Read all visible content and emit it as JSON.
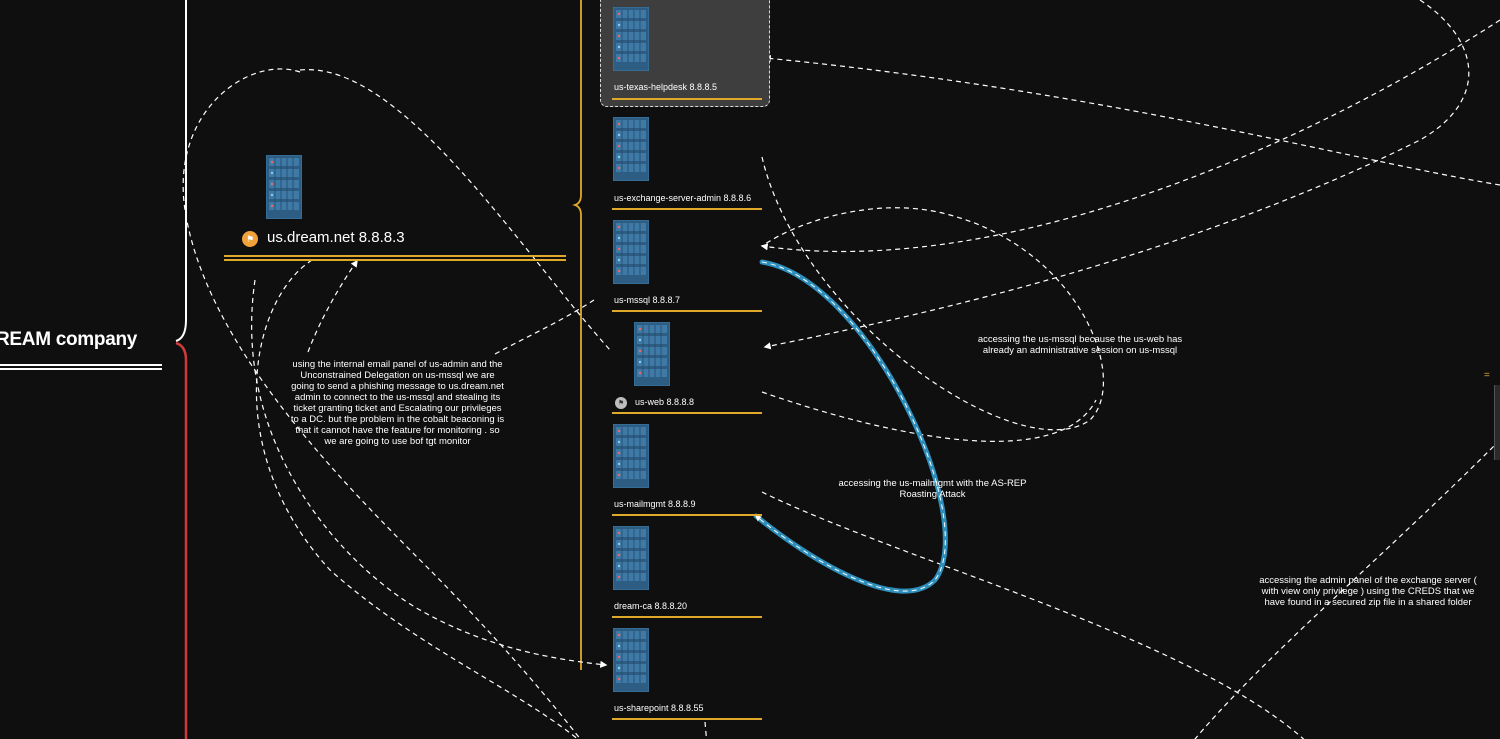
{
  "company": {
    "title": "REAM company"
  },
  "domain_controller": {
    "label": "us.dream.net 8.8.8.3",
    "icon": "server-icon",
    "badge_icon": "flag-icon"
  },
  "hosts": [
    {
      "id": "us-texas-helpdesk",
      "label": "us-texas-helpdesk 8.8.8.5",
      "selected": true
    },
    {
      "id": "us-exchange-server-admin",
      "label": "us-exchange-server-admin 8.8.8.6"
    },
    {
      "id": "us-mssql",
      "label": "us-mssql 8.8.8.7"
    },
    {
      "id": "us-web",
      "label": "us-web 8.8.8.8",
      "badge_icon": "flag-icon"
    },
    {
      "id": "us-mailmgmt",
      "label": "us-mailmgmt 8.8.8.9"
    },
    {
      "id": "dream-ca",
      "label": "dream-ca 8.8.8.20"
    },
    {
      "id": "us-sharepoint",
      "label": "us-sharepoint 8.8.8.55"
    }
  ],
  "notes": {
    "phishing": [
      "using the internal email panel of us-admin and the",
      "Unconstrained Delegation on us-mssql we are",
      "going to send a phishing message to us.dream.net",
      "admin to connect to the us-mssql and stealing its",
      "ticket granting ticket and Escalating our privileges",
      "to a DC. but the problem in the cobalt beaconing is",
      "that it cannot have the feature for monitoring . so",
      "we are going to use bof tgt monitor"
    ],
    "mssql": [
      "accessing the us-mssql because the us-web has",
      "already an administrative session on us-mssql"
    ],
    "asrep": [
      "accessing the us-mailmgmt with the AS-REP",
      "Roasting Attack"
    ],
    "exchange": [
      "accessing the admin panel of the exchange server (",
      "with view only privilege ) using the  CREDS that we",
      "have found in a secured zip file in a shared folder"
    ]
  },
  "edge_mark": "=",
  "colors": {
    "background": "#0f0f0f",
    "accent": "#e0a92a",
    "link": "#ffffff",
    "highlight_link": "#2e8fbd",
    "server": "#2d5d83",
    "bracket_red": "#d23a3a"
  }
}
